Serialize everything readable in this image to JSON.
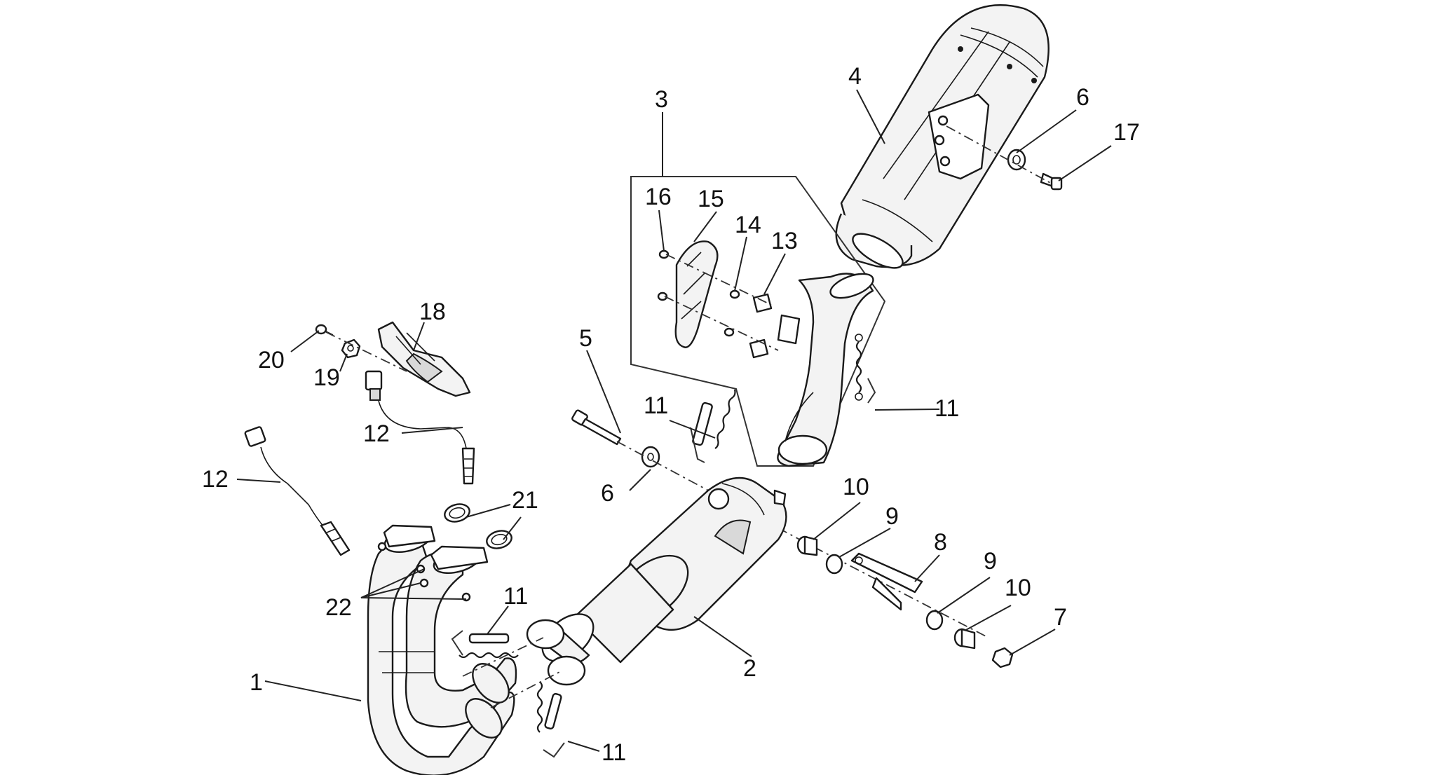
{
  "callouts": [
    {
      "id": "c1",
      "label": "1"
    },
    {
      "id": "c2",
      "label": "2"
    },
    {
      "id": "c3",
      "label": "3"
    },
    {
      "id": "c4",
      "label": "4"
    },
    {
      "id": "c5",
      "label": "5"
    },
    {
      "id": "c6a",
      "label": "6"
    },
    {
      "id": "c6b",
      "label": "6"
    },
    {
      "id": "c7",
      "label": "7"
    },
    {
      "id": "c8",
      "label": "8"
    },
    {
      "id": "c9a",
      "label": "9"
    },
    {
      "id": "c9b",
      "label": "9"
    },
    {
      "id": "c10a",
      "label": "10"
    },
    {
      "id": "c10b",
      "label": "10"
    },
    {
      "id": "c11a",
      "label": "11"
    },
    {
      "id": "c11b",
      "label": "11"
    },
    {
      "id": "c11c",
      "label": "11"
    },
    {
      "id": "c11d",
      "label": "11"
    },
    {
      "id": "c12a",
      "label": "12"
    },
    {
      "id": "c12b",
      "label": "12"
    },
    {
      "id": "c13",
      "label": "13"
    },
    {
      "id": "c14",
      "label": "14"
    },
    {
      "id": "c15",
      "label": "15"
    },
    {
      "id": "c16",
      "label": "16"
    },
    {
      "id": "c17",
      "label": "17"
    },
    {
      "id": "c18",
      "label": "18"
    },
    {
      "id": "c19",
      "label": "19"
    },
    {
      "id": "c20",
      "label": "20"
    },
    {
      "id": "c21",
      "label": "21"
    },
    {
      "id": "c22",
      "label": "22"
    }
  ],
  "colors": {
    "line": "#1a1a1a",
    "part_fill": "#f3f3f3",
    "shade": "#d9d9d9",
    "background": "#ffffff"
  }
}
